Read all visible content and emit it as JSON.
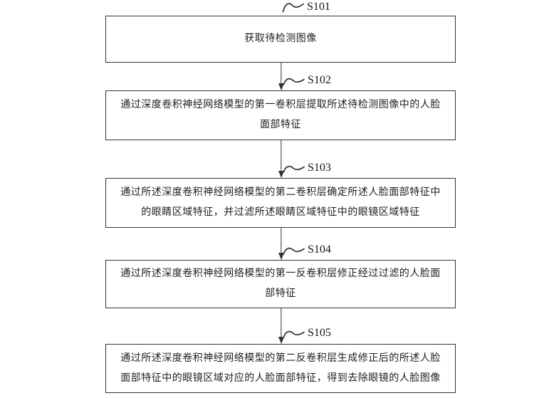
{
  "figure": {
    "kind": "patent-method-flowchart",
    "colors": {
      "background": "#ffffff",
      "line": "#333333",
      "text": "#1f1f1f"
    },
    "steps": [
      {
        "label": "S101",
        "text": "获取待检测图像"
      },
      {
        "label": "S102",
        "text": "通过深度卷积神经网络模型的第一卷积层提取所述待检测图像中的人脸面部特征"
      },
      {
        "label": "S103",
        "text": "通过所述深度卷积神经网络模型的第二卷积层确定所述人脸面部特征中的眼睛区域特征，并过滤所述眼睛区域特征中的眼镜区域特征"
      },
      {
        "label": "S104",
        "text": "通过所述深度卷积神经网络模型的第一反卷积层修正经过过滤的人脸面部特征"
      },
      {
        "label": "S105",
        "text": "通过所述深度卷积神经网络模型的第二反卷积层生成修正后的所述人脸面部特征中的眼镜区域对应的人脸面部特征，得到去除眼镜的人脸图像"
      }
    ]
  }
}
